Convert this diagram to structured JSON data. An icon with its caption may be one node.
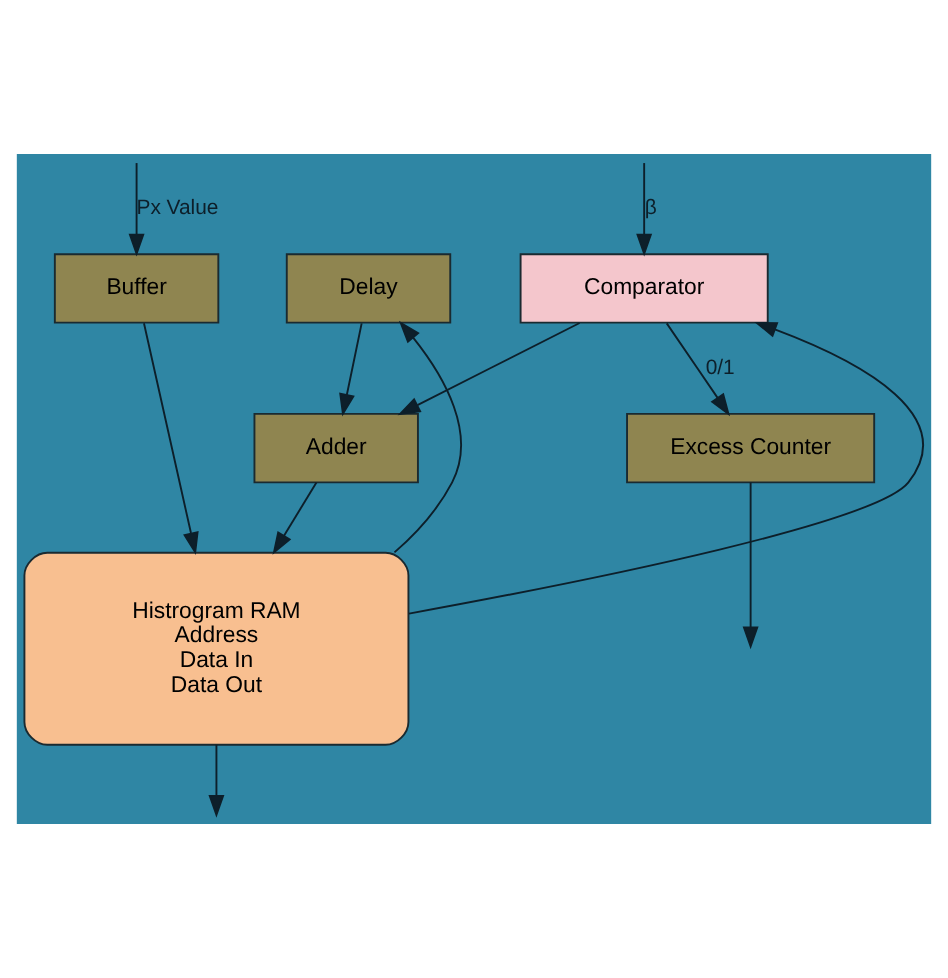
{
  "diagram": {
    "nodes": [
      {
        "text": [
          "Comparator"
        ]
      },
      {
        "text": [
          "Buffer"
        ]
      },
      {
        "text": [
          "Delay"
        ]
      },
      {
        "text": [
          "Excess Counter"
        ]
      },
      {
        "text": [
          "Adder"
        ]
      },
      {
        "text": [
          "Histrogram RAM",
          "Address",
          "Data In",
          "Data Out"
        ]
      }
    ],
    "edges": [
      {
        "from": null,
        "to": 0,
        "arrow": "to",
        "label": "β"
      },
      {
        "from": 5,
        "to": 0,
        "arrow": "to"
      },
      {
        "from": 5,
        "to": 2,
        "arrow": "to"
      },
      {
        "from": null,
        "to": 1,
        "arrow": "to",
        "label": "Px Value"
      },
      {
        "from": 0,
        "to": 3,
        "arrow": "to",
        "label": "0/1"
      },
      {
        "from": 0,
        "to": 4,
        "arrow": "to"
      },
      {
        "from": 2,
        "to": 4,
        "arrow": "to"
      },
      {
        "from": 3,
        "to": null,
        "arrow": "to"
      },
      {
        "from": 1,
        "to": 5,
        "arrow": "to"
      },
      {
        "from": 4,
        "to": 5,
        "arrow": "to"
      },
      {
        "from": 5,
        "to": null,
        "arrow": "to"
      }
    ]
  }
}
